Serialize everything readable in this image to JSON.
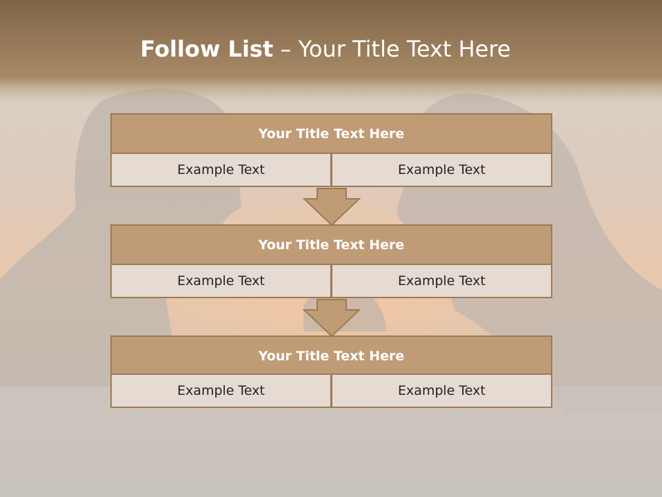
{
  "title": {
    "bold": "Follow List",
    "rest": " – Your Title Text Here"
  },
  "blocks": [
    {
      "title": "Your Title Text Here",
      "left_text": "Example Text",
      "right_text": "Example Text"
    },
    {
      "title": "Your Title Text Here",
      "left_text": "Example Text",
      "right_text": "Example Text"
    },
    {
      "title": "Your Title Text Here",
      "left_text": "Example Text",
      "right_text": "Example Text"
    }
  ],
  "colors": {
    "title_band": "#8a6d4a",
    "header_fill": "#bf9c76",
    "border": "#9c7a55",
    "cell_fill": "#e6dbd2",
    "background": "#cac4bf"
  },
  "icons": [
    "down-arrow-icon",
    "down-arrow-icon"
  ]
}
